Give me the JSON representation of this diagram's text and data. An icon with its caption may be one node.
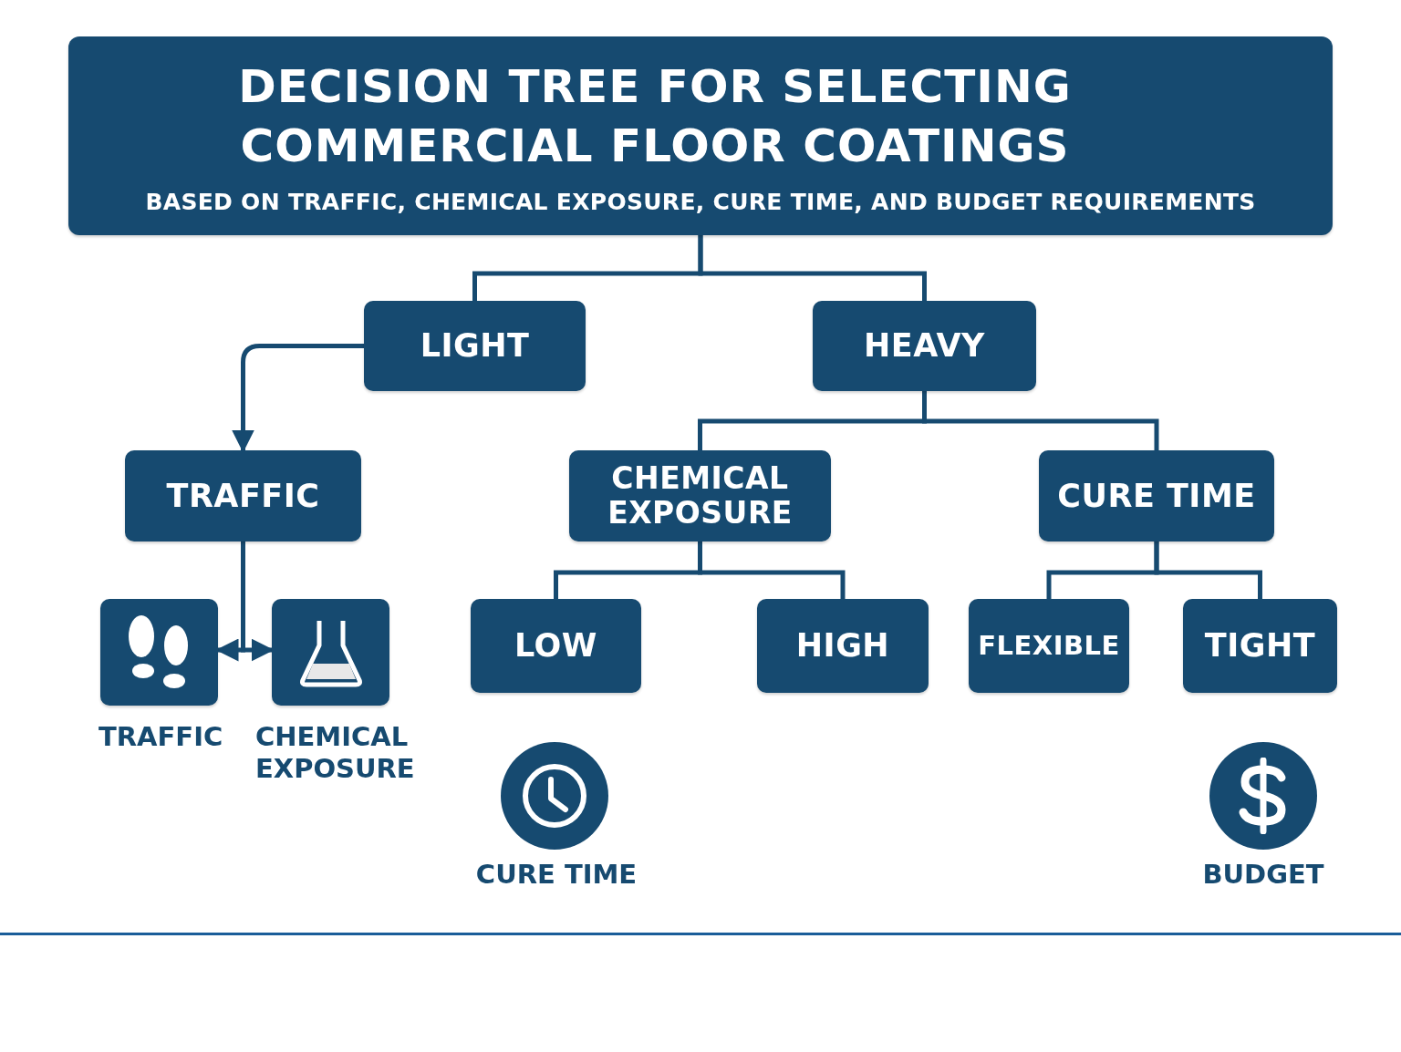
{
  "diagram": {
    "nodes": [
      {
        "text": [
          "DECISION TREE FOR SELECTING COMMERCIAL FLOOR COATINGS",
          "BASED ON TRAFFIC, CHEMICAL EXPOSURE, CURE TIME, AND BUDGET REQUIREMENTS"
        ]
      },
      {
        "text": [
          "LIGHT"
        ]
      },
      {
        "text": [
          "HEAVY"
        ]
      },
      {
        "text": [
          "TRAFFIC"
        ]
      },
      {
        "text": [
          "CHEMICAL EXPOSURE"
        ]
      },
      {
        "text": [
          "CURE TIME"
        ]
      },
      {
        "text": [],
        "shape": "picture",
        "beside": [
          "TRAFFIC"
        ]
      },
      {
        "text": [],
        "shape": "picture",
        "beside": [
          "CHEMICAL EXPOSURE"
        ]
      },
      {
        "text": [
          "LOW"
        ]
      },
      {
        "text": [
          "HIGH"
        ]
      },
      {
        "text": [
          "FLEXIBLE"
        ]
      },
      {
        "text": [
          "TIGHT"
        ]
      }
    ],
    "edges": [
      {
        "from": 0,
        "to": 1,
        "arrow": "none"
      },
      {
        "from": 0,
        "to": 2,
        "arrow": "none"
      },
      {
        "from": 1,
        "to": 3,
        "arrow": "to"
      },
      {
        "from": 2,
        "to": 4,
        "arrow": "none"
      },
      {
        "from": 2,
        "to": 5,
        "arrow": "none"
      },
      {
        "from": 3,
        "to": 6,
        "arrow": "to"
      },
      {
        "from": 3,
        "to": 7,
        "arrow": "to"
      },
      {
        "from": 4,
        "to": 8,
        "arrow": "none"
      },
      {
        "from": 4,
        "to": 9,
        "arrow": "none"
      },
      {
        "from": 5,
        "to": 10,
        "arrow": "none"
      },
      {
        "from": 5,
        "to": 11,
        "arrow": "none"
      }
    ],
    "labels": [
      "CURE TIME",
      "BUDGET"
    ]
  }
}
